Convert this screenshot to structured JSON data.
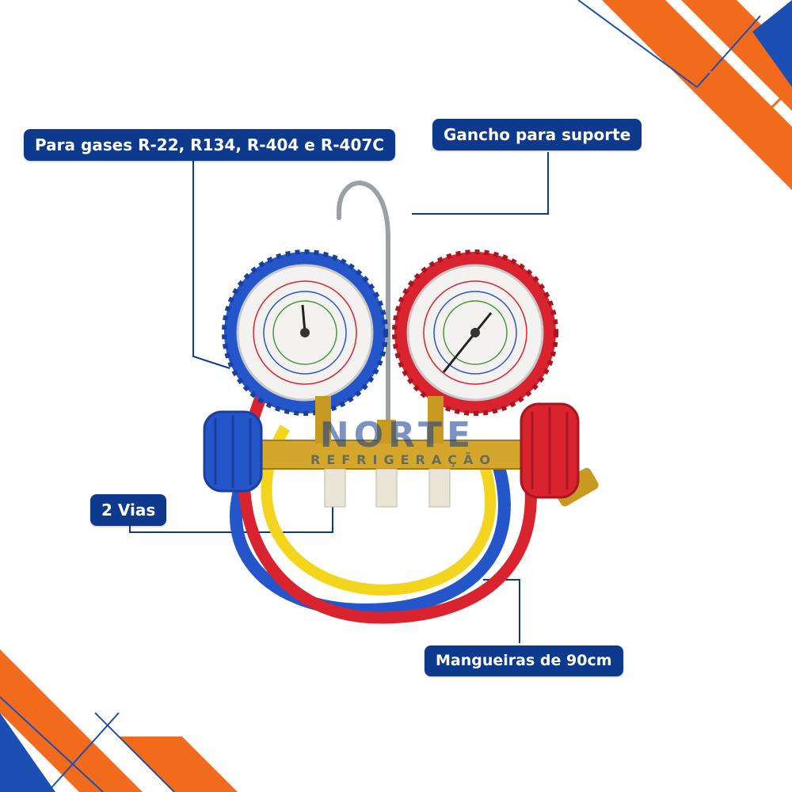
{
  "labels": {
    "gases": "Para gases R-22, R134, R-404 e R-407C",
    "gancho": "Gancho para suporte",
    "vias": "2 Vias",
    "mangueiras": "Mangueiras de 90cm"
  },
  "watermark": {
    "name": "NORTE",
    "subtitle": "REFRIGERAÇÃO"
  },
  "colors": {
    "label_bg": "#0d3a8c",
    "accent_orange": "#f26b1d",
    "accent_blue": "#1b4fb3",
    "low_side": "#2456c9",
    "high_side": "#d9232e",
    "hose_yellow": "#f2d51c",
    "brass": "#d4a72c"
  }
}
